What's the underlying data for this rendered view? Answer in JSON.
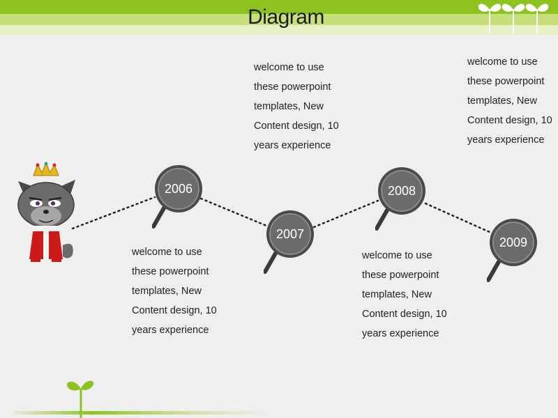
{
  "header": {
    "title": "Diagram"
  },
  "timeline": {
    "milestones": [
      {
        "year": "2006",
        "caption": "welcome to use these powerpoint templates, New Content design, 10 years experience"
      },
      {
        "year": "2007",
        "caption": "welcome to use these powerpoint templates, New Content design, 10 years experience"
      },
      {
        "year": "2008",
        "caption": "welcome to use these powerpoint templates, New Content design, 10 years experience"
      },
      {
        "year": "2009",
        "caption": "welcome to use these powerpoint templates, New Content design, 10 years experience"
      }
    ]
  },
  "colors": {
    "accent_green": "#8dc21f",
    "light_green": "#c5e07a",
    "marker_gray": "#5a5a5a",
    "background": "#efefef"
  },
  "icons": [
    "sprout-icon",
    "magnifier-marker-icon",
    "wolf-mascot-icon"
  ]
}
